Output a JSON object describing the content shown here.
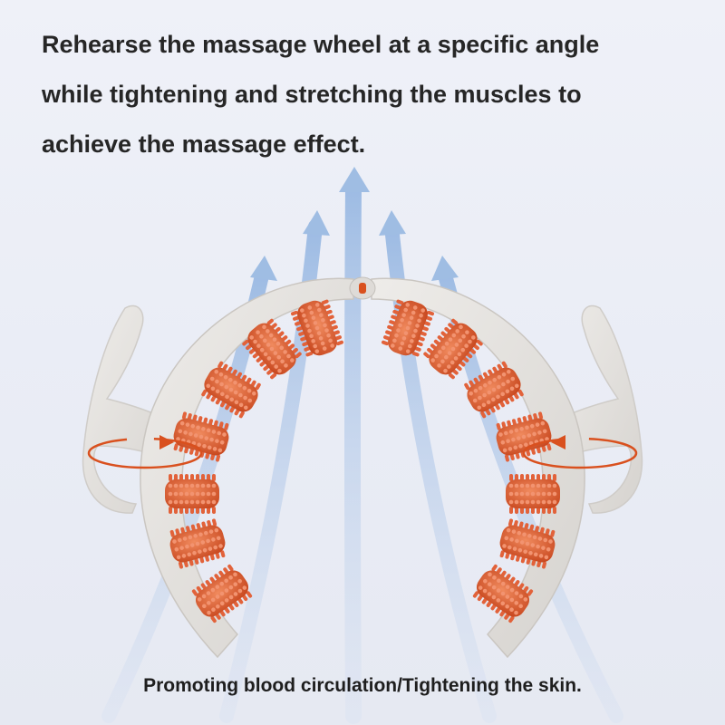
{
  "headline": {
    "line1": "Rehearse the massage wheel at a specific angle",
    "line2": "while tightening and stretching the muscles to",
    "line3": "achieve the massage effect."
  },
  "caption": "Promoting blood circulation/Tightening the skin.",
  "colors": {
    "background": "#eceef6",
    "frame": "#e3e1de",
    "roller": "#e2623a",
    "arrow": "#9fbde3",
    "rotation_arrow": "#d9501e",
    "text": "#262626"
  },
  "icons": {
    "flow_arrows": "arrow-up-icon",
    "rotation": "rotate-arrow-icon"
  }
}
